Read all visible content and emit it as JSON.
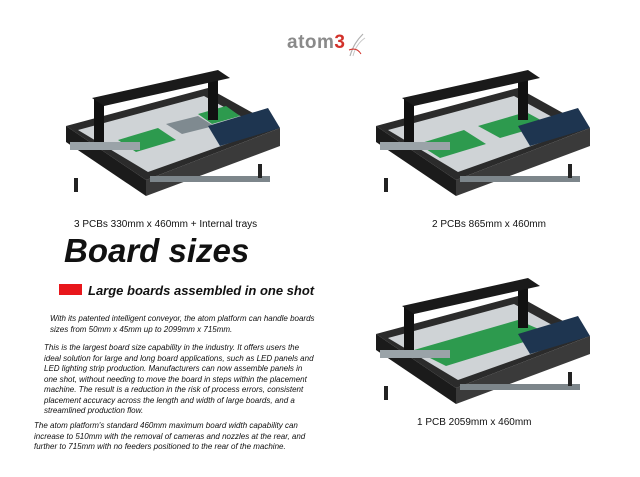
{
  "logo": {
    "text": "atom",
    "accent": "3",
    "accent_color": "#d2312a"
  },
  "machines": [
    {
      "caption": "3 PCBs 330mm x 460mm + Internal trays"
    },
    {
      "caption": "2 PCBs 865mm x 460mm"
    },
    {
      "caption": "1 PCB 2059mm x 460mm"
    }
  ],
  "heading": "Board sizes",
  "subheading": "Large boards assembled in one shot",
  "accent_color": "#e8161b",
  "paragraphs": [
    "With its patented intelligent conveyor, the atom platform can handle boards\nsizes from 50mm x 45mm up to 2099mm x 715mm.",
    "This is the largest board size capability in the industry. It offers users the\nideal solution for large and long board applications, such as LED panels and\nLED lighting strip production. Manufacturers can now assemble panels in\none shot, without needing to move the board in steps within the placement\nmachine. The result is a reduction in the risk of process errors, consistent\nplacement accuracy across the length and width of large boards, and a\nstreamlined production flow.",
    "The atom platform's standard 460mm maximum board width capability can\nincrease to 510mm with the removal of cameras and nozzles at the rear, and\nfurther to 715mm with no feeders positioned to the rear of the machine."
  ]
}
